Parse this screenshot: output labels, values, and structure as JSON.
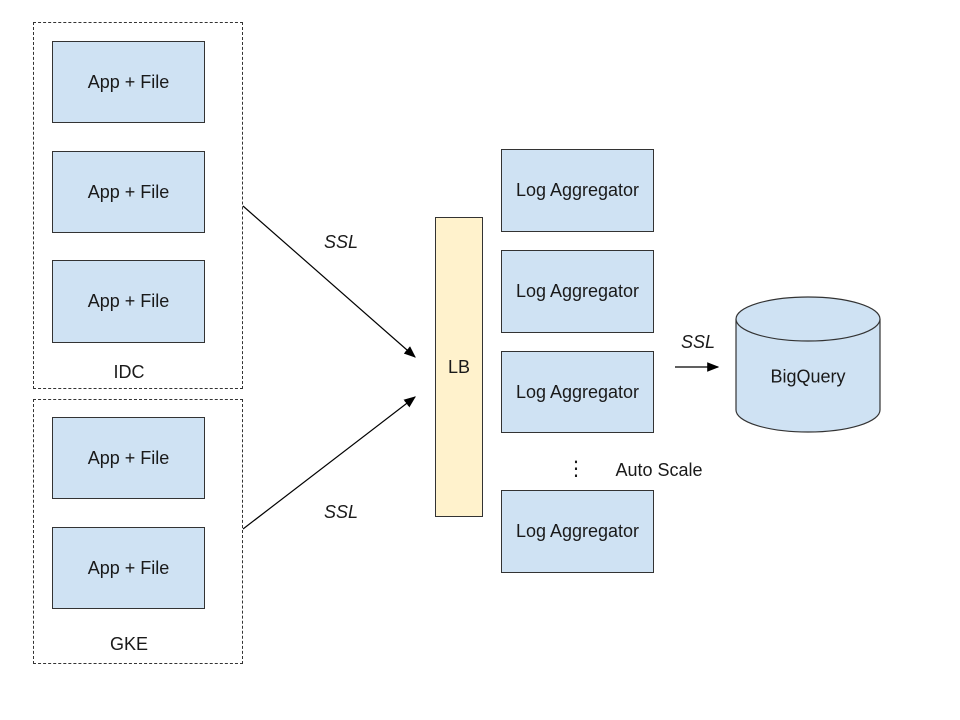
{
  "groups": {
    "idc": {
      "label": "IDC",
      "boxes": [
        "App + File",
        "App + File",
        "App + File"
      ]
    },
    "gke": {
      "label": "GKE",
      "boxes": [
        "App + File",
        "App + File"
      ]
    }
  },
  "lb": {
    "label": "LB"
  },
  "aggregators": [
    "Log Aggregator",
    "Log Aggregator",
    "Log Aggregator",
    "Log Aggregator"
  ],
  "ellipsis": "⋮",
  "auto_scale": "Auto Scale",
  "ssl": [
    "SSL",
    "SSL",
    "SSL"
  ],
  "database": {
    "label": "BigQuery"
  },
  "colors": {
    "app_box": "#cfe2f3",
    "lb_box": "#fff2cc",
    "aggregator_box": "#cfe2f3",
    "database": "#cfe2f3",
    "border": "#333333"
  }
}
